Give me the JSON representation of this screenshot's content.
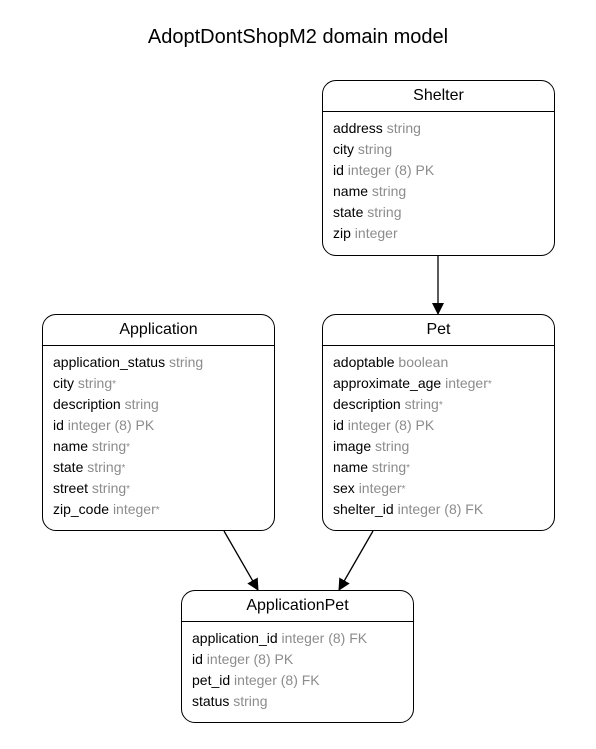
{
  "title": "AdoptDontShopM2 domain model",
  "entities": {
    "shelter": {
      "name": "Shelter",
      "attributes": [
        {
          "name": "address",
          "type": "string",
          "key": "",
          "mark": ""
        },
        {
          "name": "city",
          "type": "string",
          "key": "",
          "mark": ""
        },
        {
          "name": "id",
          "type": "integer (8)",
          "key": "PK",
          "mark": ""
        },
        {
          "name": "name",
          "type": "string",
          "key": "",
          "mark": ""
        },
        {
          "name": "state",
          "type": "string",
          "key": "",
          "mark": ""
        },
        {
          "name": "zip",
          "type": "integer",
          "key": "",
          "mark": ""
        }
      ]
    },
    "application": {
      "name": "Application",
      "attributes": [
        {
          "name": "application_status",
          "type": "string",
          "key": "",
          "mark": ""
        },
        {
          "name": "city",
          "type": "string",
          "key": "",
          "mark": "*"
        },
        {
          "name": "description",
          "type": "string",
          "key": "",
          "mark": ""
        },
        {
          "name": "id",
          "type": "integer (8)",
          "key": "PK",
          "mark": ""
        },
        {
          "name": "name",
          "type": "string",
          "key": "",
          "mark": "*"
        },
        {
          "name": "state",
          "type": "string",
          "key": "",
          "mark": "*"
        },
        {
          "name": "street",
          "type": "string",
          "key": "",
          "mark": "*"
        },
        {
          "name": "zip_code",
          "type": "integer",
          "key": "",
          "mark": "*"
        }
      ]
    },
    "pet": {
      "name": "Pet",
      "attributes": [
        {
          "name": "adoptable",
          "type": "boolean",
          "key": "",
          "mark": ""
        },
        {
          "name": "approximate_age",
          "type": "integer",
          "key": "",
          "mark": "*"
        },
        {
          "name": "description",
          "type": "string",
          "key": "",
          "mark": "*"
        },
        {
          "name": "id",
          "type": "integer (8)",
          "key": "PK",
          "mark": ""
        },
        {
          "name": "image",
          "type": "string",
          "key": "",
          "mark": ""
        },
        {
          "name": "name",
          "type": "string",
          "key": "",
          "mark": "*"
        },
        {
          "name": "sex",
          "type": "integer",
          "key": "",
          "mark": "*"
        },
        {
          "name": "shelter_id",
          "type": "integer (8)",
          "key": "FK",
          "mark": ""
        }
      ]
    },
    "application_pet": {
      "name": "ApplicationPet",
      "attributes": [
        {
          "name": "application_id",
          "type": "integer (8)",
          "key": "FK",
          "mark": ""
        },
        {
          "name": "id",
          "type": "integer (8)",
          "key": "PK",
          "mark": ""
        },
        {
          "name": "pet_id",
          "type": "integer (8)",
          "key": "FK",
          "mark": ""
        },
        {
          "name": "status",
          "type": "string",
          "key": "",
          "mark": ""
        }
      ]
    }
  },
  "relationships": [
    {
      "from": "Shelter",
      "to": "Pet"
    },
    {
      "from": "Application",
      "to": "ApplicationPet"
    },
    {
      "from": "Pet",
      "to": "ApplicationPet"
    }
  ],
  "colors": {
    "text": "#000000",
    "muted_text": "#8c8c8c",
    "border": "#000000",
    "background": "#ffffff"
  }
}
